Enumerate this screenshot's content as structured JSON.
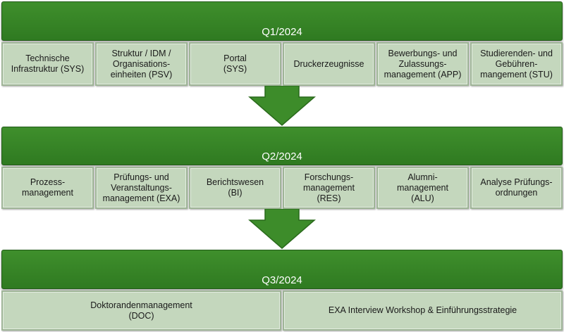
{
  "phases": [
    {
      "title": "Q1/2024",
      "items": [
        "Technische\nInfrastruktur (SYS)",
        "Struktur / IDM /\nOrganisations-\neinheiten (PSV)",
        "Portal\n(SYS)",
        "Druckerzeugnisse",
        "Bewerbungs- und\nZulassungs-\nmanagement (APP)",
        "Studierenden- und\nGebühren-\nmangement (STU)"
      ]
    },
    {
      "title": "Q2/2024",
      "items": [
        "Prozess-\nmanagement",
        "Prüfungs- und\nVeranstaltungs-\nmanagement (EXA)",
        "Berichtswesen\n(BI)",
        "Forschungs-\nmanagement\n(RES)",
        "Alumni-\nmanagement\n(ALU)",
        "Analyse Prüfungs-\nordnungen"
      ]
    },
    {
      "title": "Q3/2024",
      "items": [
        "Doktorandenmanagement\n(DOC)",
        "EXA Interview Workshop & Einführungsstrategie"
      ]
    }
  ],
  "colors": {
    "header_green": "#2f7a21",
    "box_fill": "#c4d7bd",
    "arrow_green": "#3d8c2a"
  }
}
